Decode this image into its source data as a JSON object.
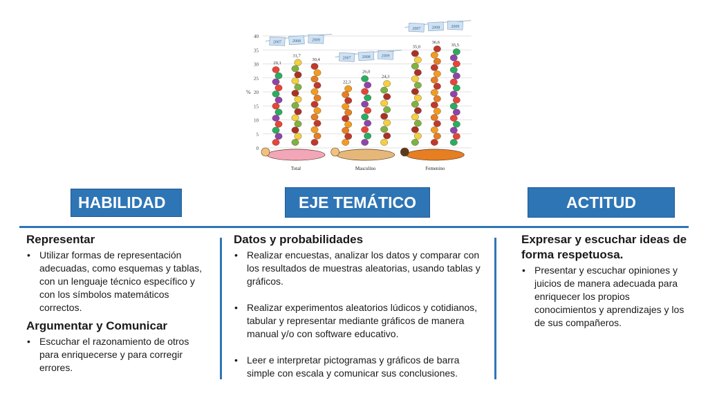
{
  "chart_data": {
    "type": "bar",
    "style": "pictogram",
    "categories": [
      "Total",
      "Masculino",
      "Femenino"
    ],
    "series": [
      {
        "name": "2007",
        "values": [
          29.1,
          22.3,
          35.0
        ]
      },
      {
        "name": "2008",
        "values": [
          31.7,
          26.0,
          36.6
        ]
      },
      {
        "name": "2009",
        "values": [
          30.4,
          24.3,
          35.5
        ]
      }
    ],
    "value_labels": [
      [
        "29,1",
        "31,7",
        "30,4"
      ],
      [
        "22,3",
        "26,0",
        "24,3"
      ],
      [
        "35,0",
        "36,6",
        "35,5"
      ]
    ],
    "year_tags": [
      "2007",
      "2008",
      "2009"
    ],
    "ylabel": "%",
    "yticks": [
      0,
      5,
      10,
      15,
      20,
      25,
      30,
      35,
      40
    ],
    "ylim": [
      0,
      40
    ],
    "grid": true,
    "colors": {
      "grid": "#d9d9d9",
      "tag": "#cfe2f3",
      "line": "#9fb7cc"
    }
  },
  "sections": {
    "habilidad": {
      "title": "HABILIDAD",
      "groups": [
        {
          "heading": "Representar",
          "bullets": [
            "Utilizar formas de representación adecuadas, como esquemas y tablas, con un lenguaje técnico específico y con los símbolos matemáticos correctos."
          ]
        },
        {
          "heading": "Argumentar y Comunicar",
          "bullets": [
            "Escuchar el razonamiento de otros para enriquecerse y para corregir errores."
          ]
        }
      ]
    },
    "eje": {
      "title": "EJE TEMÁTICO",
      "heading": "Datos y probabilidades",
      "bullets": [
        "Realizar encuestas, analizar los datos y comparar con los resultados de muestras aleatorias, usando tablas y gráficos.",
        "Realizar experimentos aleatorios lúdicos y cotidianos, tabular y representar mediante gráficos de manera manual y/o con software educativo.",
        "Leer e interpretar pictogramas y gráficos de barra simple con escala y comunicar sus conclusiones."
      ]
    },
    "actitud": {
      "title": "ACTITUD",
      "heading": "Expresar y escuchar ideas de forma respetuosa.",
      "bullets": [
        "Presentar y escuchar opiniones y juicios de manera adecuada para enriquecer los propios conocimientos y aprendizajes y los de sus compañeros."
      ]
    }
  },
  "colors": {
    "accent": "#2e75b6",
    "text": "#1a1a1a"
  }
}
